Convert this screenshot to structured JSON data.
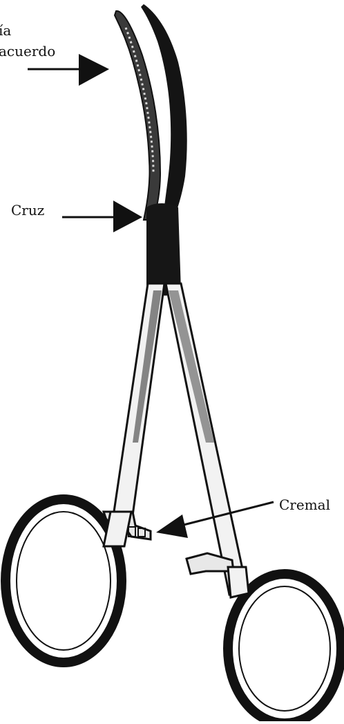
{
  "diagram": {
    "labels": {
      "tip_line1": "ía",
      "tip_line2": "acuerdo",
      "cross": "Cruz",
      "ratchet": "Cremal"
    }
  }
}
